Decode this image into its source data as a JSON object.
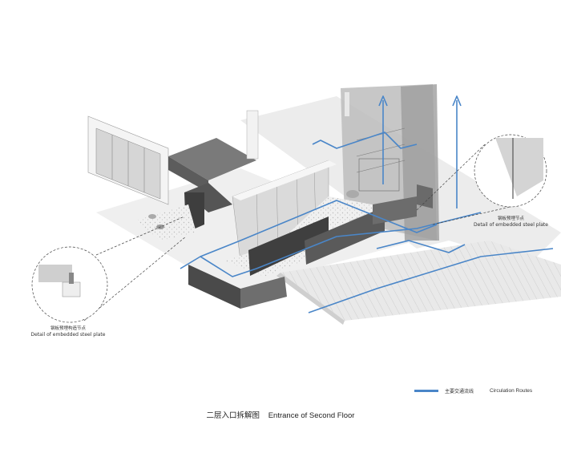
{
  "left_detail": {
    "label_cn": "钢板预埋构造节点",
    "label_en": "Detail of embedded steel plate"
  },
  "right_detail": {
    "label_cn": "钢板预埋节点",
    "label_en": "Detail of embedded steel plate"
  },
  "legend": {
    "label_cn": "主要交通流线",
    "label_en": "Circulation Routes",
    "color": "#4a86c8"
  },
  "caption": {
    "cn": "二层入口拆解图",
    "en": "Entrance of Second Floor"
  },
  "colors": {
    "wall_dark": "#4a4a4a",
    "wall_mid": "#8a8a8a",
    "glass": "#c8c8c8",
    "floor": "#e6e6e6",
    "route": "#4a86c8"
  }
}
